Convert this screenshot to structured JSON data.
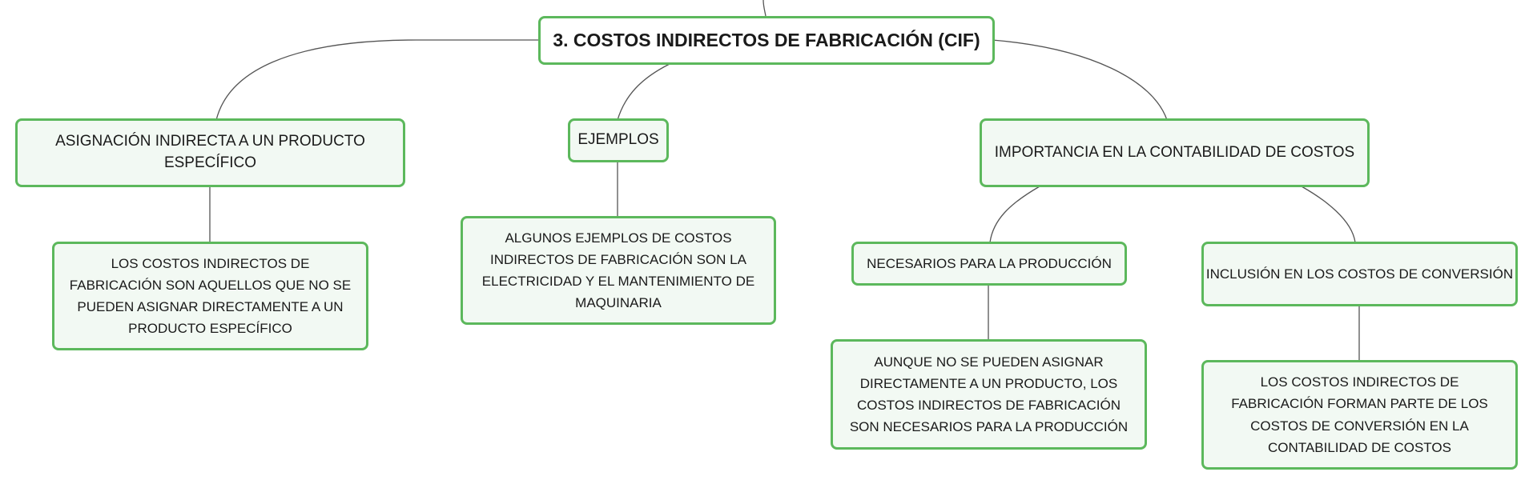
{
  "root": "3. COSTOS INDIRECTOS DE FABRICACIÓN (CIF)",
  "branches": {
    "asignacion": {
      "title": "ASIGNACIÓN INDIRECTA A UN PRODUCTO ESPECÍFICO",
      "detail": "LOS COSTOS INDIRECTOS DE FABRICACIÓN SON AQUELLOS QUE NO SE PUEDEN ASIGNAR DIRECTAMENTE A UN PRODUCTO ESPECÍFICO"
    },
    "ejemplos": {
      "title": "EJEMPLOS",
      "detail": "ALGUNOS EJEMPLOS DE COSTOS INDIRECTOS DE FABRICACIÓN SON LA ELECTRICIDAD Y EL MANTENIMIENTO DE MAQUINARIA"
    },
    "importancia": {
      "title": "IMPORTANCIA EN LA CONTABILIDAD DE COSTOS",
      "necesarios": {
        "title": "NECESARIOS PARA LA PRODUCCIÓN",
        "detail": "AUNQUE NO SE PUEDEN ASIGNAR DIRECTAMENTE A UN PRODUCTO, LOS COSTOS INDIRECTOS DE FABRICACIÓN SON NECESARIOS PARA LA PRODUCCIÓN"
      },
      "inclusion": {
        "title": "INCLUSIÓN EN LOS COSTOS DE CONVERSIÓN",
        "detail": "LOS COSTOS INDIRECTOS DE FABRICACIÓN FORMAN PARTE DE LOS COSTOS DE CONVERSIÓN EN LA CONTABILIDAD DE COSTOS"
      }
    }
  },
  "colors": {
    "border": "#5cb85c",
    "fill": "#f2f9f3",
    "link": "#555555"
  }
}
